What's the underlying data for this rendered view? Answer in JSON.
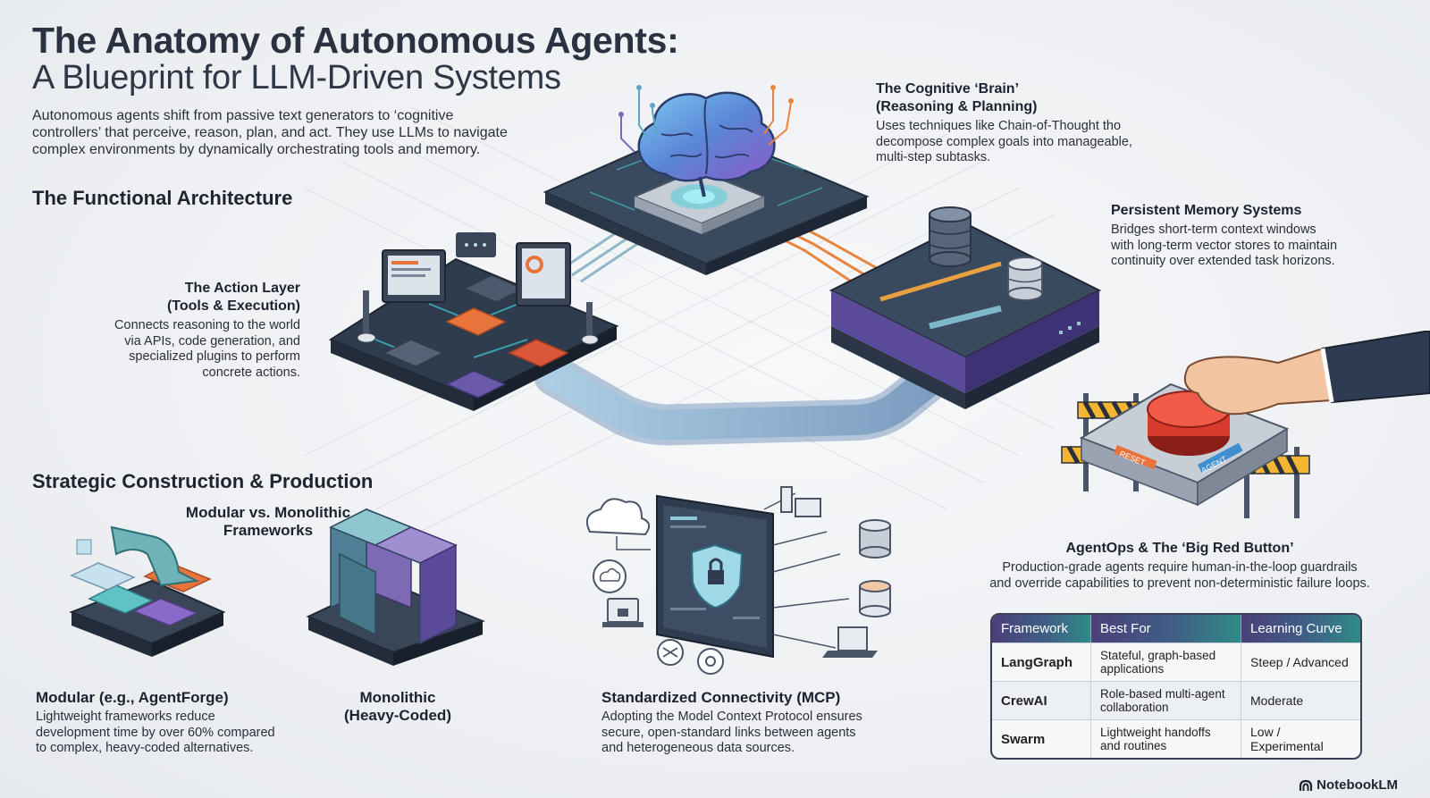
{
  "header": {
    "title_line1": "The Anatomy of Autonomous Agents:",
    "title_line2": "A Blueprint for LLM-Driven Systems",
    "intro_line1": "Autonomous agents shift from passive text generators to ‘cognitive",
    "intro_line2": "controllers’ that perceive, reason, plan, and act. They use LLMs to navigate",
    "intro_line3": "complex environments by dynamically orchestrating tools and memory."
  },
  "sections": {
    "functional": "The Functional Architecture",
    "strategic": "Strategic Construction & Production"
  },
  "brain": {
    "title_line1": "The Cognitive ‘Brain’",
    "title_line2": "(Reasoning & Planning)",
    "body_line1": "Uses techniques like Chain-of-Thought tho",
    "body_line2": "decompose complex goals into manageable,",
    "body_line3": "multi-step subtasks."
  },
  "memory": {
    "title": "Persistent Memory Systems",
    "body_line1": "Bridges short-term context windows",
    "body_line2": "with long-term vector stores to maintain",
    "body_line3": "continuity over extended task horizons."
  },
  "action": {
    "title_line1": "The Action Layer",
    "title_line2": "(Tools & Execution)",
    "body_line1": "Connects reasoning to the world",
    "body_line2": "via APIs, code generation, and",
    "body_line3": "specialized plugins to perform",
    "body_line4": "concrete actions."
  },
  "agentops": {
    "title": "AgentOps & The ‘Big Red Button’",
    "body_line1": "Production-grade agents require human-in-the-loop guardrails",
    "body_line2": "and override capabilities to prevent non-deterministic failure loops.",
    "button_label_left": "RESET",
    "button_label_right": "AGENT"
  },
  "modular_vs": {
    "title_line1": "Modular vs. Monolithic",
    "title_line2": "Frameworks"
  },
  "modular": {
    "title": "Modular (e.g., AgentForge)",
    "body_line1": "Lightweight frameworks reduce",
    "body_line2": "development time by over 60% compared",
    "body_line3": "to complex, heavy-coded alternatives."
  },
  "monolithic": {
    "title_line1": "Monolithic",
    "title_line2": "(Heavy-Coded)"
  },
  "mcp": {
    "title": "Standardized Connectivity (MCP)",
    "body_line1": "Adopting the Model Context Protocol ensures",
    "body_line2": "secure, open-standard links between agents",
    "body_line3": "and heterogeneous data sources."
  },
  "table": {
    "headers": [
      "Framework",
      "Best For",
      "Learning Curve"
    ],
    "rows": [
      {
        "framework": "LangGraph",
        "best_for_line1": "Stateful, graph-based",
        "best_for_line2": "applications",
        "curve": "Steep / Advanced"
      },
      {
        "framework": "CrewAI",
        "best_for_line1": "Role-based multi-agent",
        "best_for_line2": "collaboration",
        "curve": "Moderate"
      },
      {
        "framework": "Swarm",
        "best_for_line1": "Lightweight handoffs",
        "best_for_line2": "and routines",
        "curve": "Low / Experimental"
      }
    ]
  },
  "brand": "NotebookLM",
  "colors": {
    "navy": "#2c3a4e",
    "teal": "#3fa7b0",
    "purple": "#6a5aa8",
    "orange": "#e8743c",
    "red": "#d83a2e",
    "brain_blue": "#5a86d6"
  }
}
